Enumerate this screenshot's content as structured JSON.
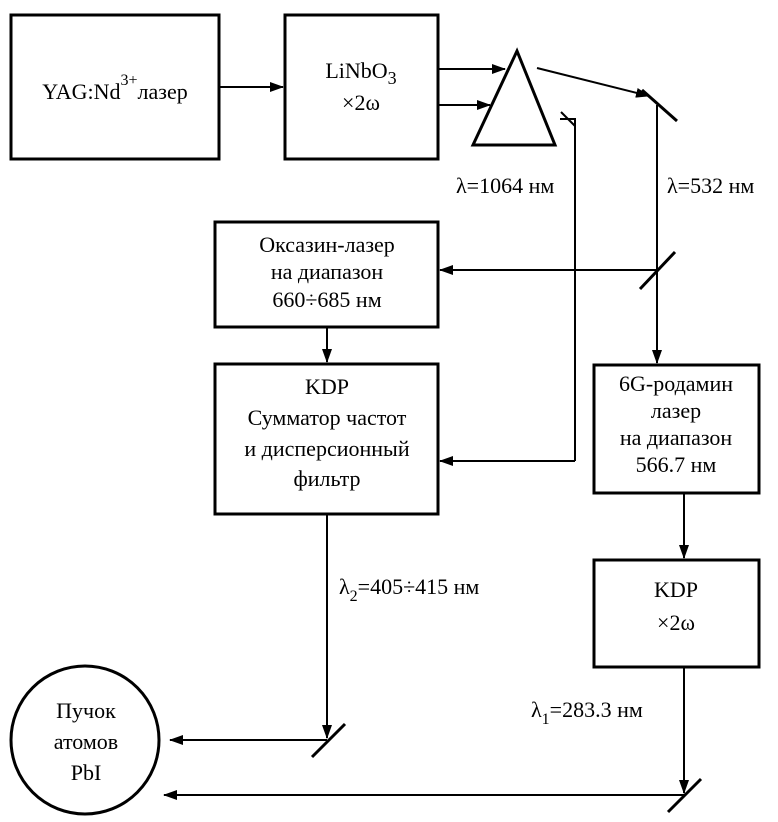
{
  "colors": {
    "ink": "#000000",
    "background": "#ffffff"
  },
  "blocks": {
    "yag": {
      "main": "YAG:Nd",
      "sup": "3+",
      "tail": "лазер"
    },
    "linbo3": {
      "line1_main": "LiNbO",
      "line1_sub": "3",
      "line2": "×2ω"
    },
    "oxazine": {
      "line1": "Оксазин-лазер",
      "line2": "на диапазон",
      "line3": "660÷685 нм"
    },
    "kdp_sum": {
      "line1": "KDP",
      "line2": "Сумматор частот",
      "line3": "и дисперсионный",
      "line4": "фильтр"
    },
    "rhodamine": {
      "line1": "6G-родамин",
      "line2": "лазер",
      "line3": "на диапазон",
      "line4": "566.7 нм"
    },
    "kdp_double": {
      "line1": "KDP",
      "line2": "×2ω"
    },
    "beam": {
      "line1": "Пучок",
      "line2": "атомов",
      "line3": "PbI"
    }
  },
  "labels": {
    "lambda_1064": "λ=1064 нм",
    "lambda_532": "λ=532 нм",
    "lambda2_symbol": "λ",
    "lambda2_sub": "2",
    "lambda2_value": "=405÷415 нм",
    "lambda1_symbol": "λ",
    "lambda1_sub": "1",
    "lambda1_value": "=283.3 нм"
  },
  "elements": {
    "prism": "prism",
    "mirrors": [
      "mirror-top-right",
      "mirror-beamsplitter",
      "mirror-bottom-left",
      "mirror-bottom-right"
    ]
  }
}
